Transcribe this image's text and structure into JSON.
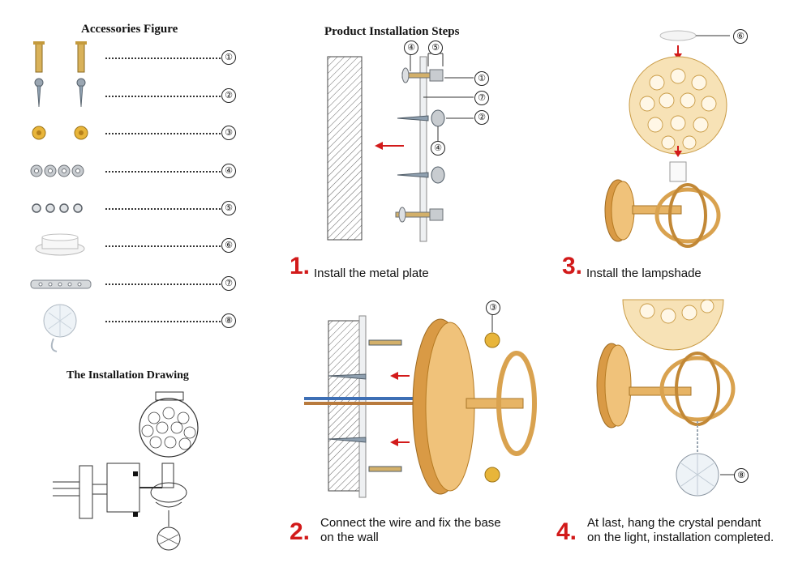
{
  "accessories": {
    "title": "Accessories Figure",
    "items": [
      {
        "num": "①",
        "part": "anchor-bolt"
      },
      {
        "num": "②",
        "part": "screw"
      },
      {
        "num": "③",
        "part": "gold-cap-nut"
      },
      {
        "num": "④",
        "part": "washer"
      },
      {
        "num": "⑤",
        "part": "nut"
      },
      {
        "num": "⑥",
        "part": "shade-ring"
      },
      {
        "num": "⑦",
        "part": "mounting-strap"
      },
      {
        "num": "⑧",
        "part": "crystal-pendant"
      }
    ]
  },
  "drawing": {
    "title": "The Installation Drawing"
  },
  "steps": {
    "title": "Product Installation Steps",
    "items": [
      {
        "num": "1.",
        "text": "Install the metal plate"
      },
      {
        "num": "2.",
        "text": "Connect the wire and fix the base on the wall",
        "line1": "Connect the wire and fix the base",
        "line2": "on the wall"
      },
      {
        "num": "3.",
        "text": "Install the lampshade"
      },
      {
        "num": "4.",
        "text": "At last, hang the crystal pendant on the light, installation completed.",
        "line1": "At last, hang the crystal pendant",
        "line2": "on the light, installation completed."
      }
    ]
  },
  "callouts": {
    "step1": [
      "④",
      "⑤",
      "①",
      "⑦",
      "②",
      "④"
    ],
    "step2": [
      "③"
    ],
    "step3": [
      "⑥"
    ],
    "step4": [
      "⑧"
    ]
  },
  "colors": {
    "accent_red": "#d21a1a",
    "gold": "#e0a84a",
    "gold_dark": "#b57a22",
    "steel": "#9aa6b2"
  }
}
